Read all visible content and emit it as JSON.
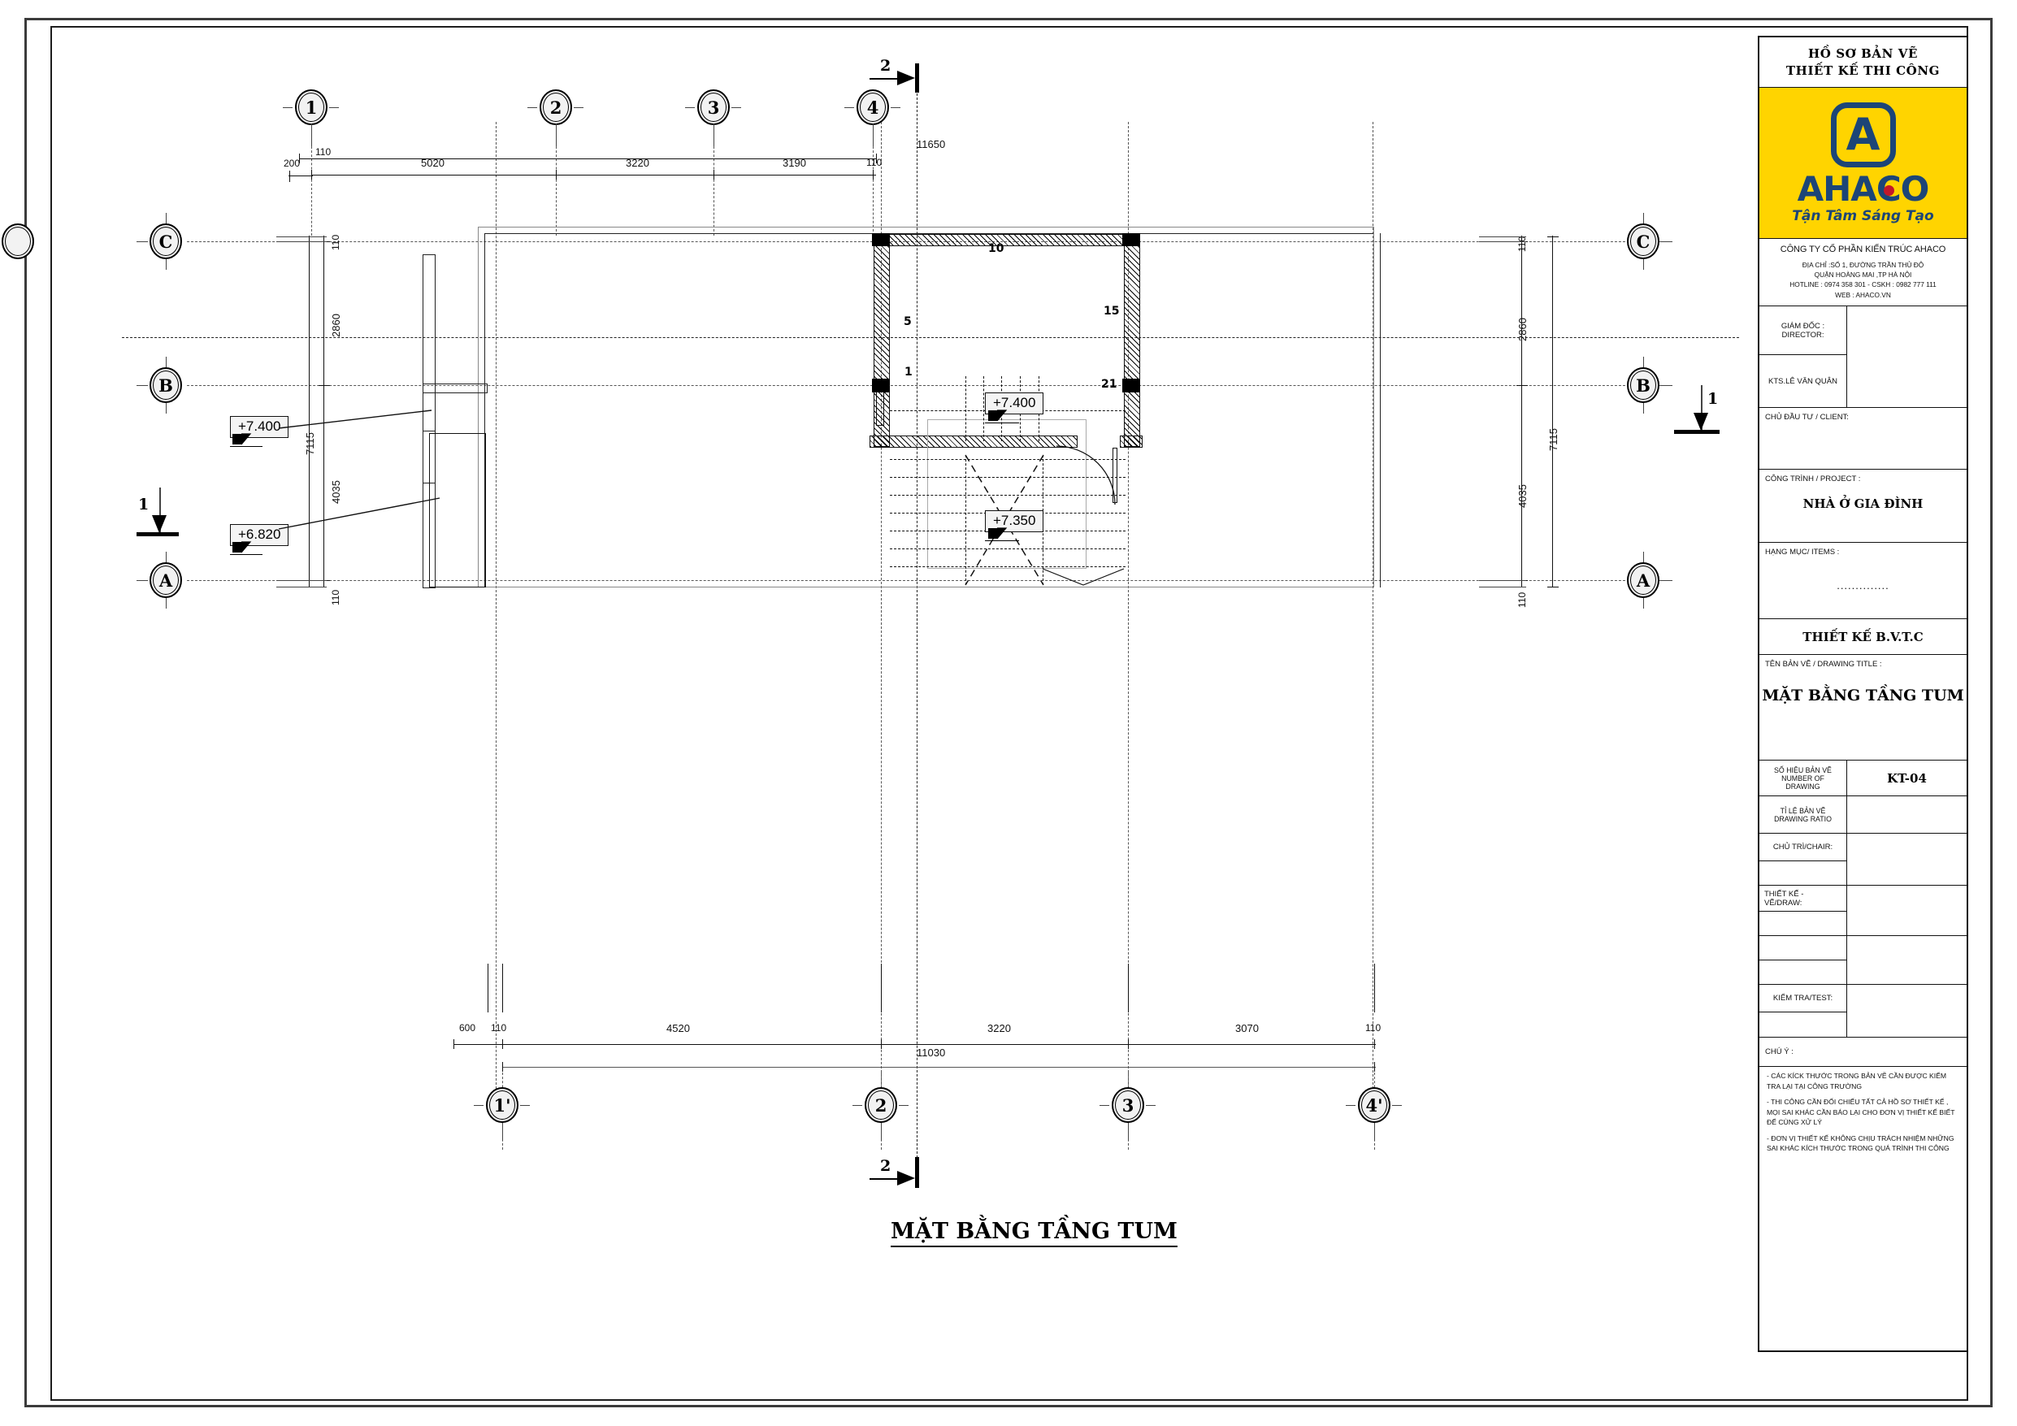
{
  "sheet": {
    "plan_title": "MẶT BẰNG TẦNG TUM"
  },
  "titleblock": {
    "header_line1": "HỒ SƠ BẢN VẼ",
    "header_line2": "THIẾT KẾ THI CÔNG",
    "logo": {
      "mark_letter": "A",
      "wordmark": "AHACO",
      "slogan": "Tận Tâm Sáng Tạo",
      "background_color": "#FFD400",
      "brand_color": "#1c4577",
      "accent_dot_color": "#c2182a"
    },
    "company_name": "CÔNG TY CỔ PHẦN KIẾN TRÚC AHACO",
    "address_line1": "ĐỊA CHỈ :SỐ 1, ĐƯỜNG TRẦN THỦ ĐỘ",
    "address_line2": "QUẬN HOÀNG MAI ,TP HÀ NỘI",
    "hotline": "HOTLINE :  0974 358 301  -  CSKH : 0982 777 111",
    "web": "WEB : AHACO.VN",
    "director_label": "GIÁM ĐỐC :",
    "director_label_en": "DIRECTOR:",
    "director_name": "KTS.LÊ VĂN QUÂN",
    "client_label": "CHỦ ĐẦU TƯ / CLIENT:",
    "client_value": "",
    "project_label": "CÔNG TRÌNH / PROJECT :",
    "project_value": "NHÀ Ở GIA ĐÌNH",
    "items_label": "HẠNG MỤC/ ITEMS :",
    "items_value": "..............",
    "design_type": "THIẾT KẾ B.V.T.C",
    "drawing_title_label": "TÊN BẢN VẼ / DRAWING TITLE :",
    "drawing_title_value": "MẶT BẰNG TẦNG TUM",
    "number_label_vi": "SỐ HIỆU BẢN VẼ",
    "number_label_en": "NUMBER OF DRAWING",
    "number_value": "KT-04",
    "ratio_label_vi": "TỈ LỆ BẢN VẼ",
    "ratio_label_en": "DRAWING RATIO",
    "ratio_value": "",
    "chair_label": "CHỦ TRÌ/CHAIR:",
    "chair_value": "",
    "draw_label": "THIẾT KẾ - VẼ/DRAW:",
    "draw_value": "",
    "test_label": "KIỂM TRA/TEST:",
    "test_value": "",
    "note_label": "CHÚ Ý :",
    "note_1": "- CÁC KÍCK THƯỚC TRONG BẢN VẼ CẦN ĐƯỢC KIỂM TRA LẠI TẠI CÔNG TRƯỜNG",
    "note_2": "- THI CÔNG CẦN ĐỐI CHIẾU TẤT CẢ HỒ SƠ THIẾT KẾ , MỌI SAI KHÁC CẦN BÁO LẠI CHO ĐƠN VỊ THIẾT KẾ BIẾT ĐỂ CÙNG XỬ LÝ",
    "note_3": "- ĐƠN VỊ THIẾT KẾ KHÔNG CHỊU TRÁCH NHIỆM NHỮNG SAI KHÁC KÍCH THƯỚC TRONG QUÁ TRÌNH THI CÔNG"
  },
  "grid": {
    "top_bubbles": [
      "1",
      "2",
      "3",
      "4"
    ],
    "bottom_bubbles": [
      "1'",
      "2",
      "3",
      "4'"
    ],
    "left_bubbles": [
      "C",
      "B",
      "A"
    ],
    "right_bubbles": [
      "C",
      "B",
      "A"
    ]
  },
  "dimensions": {
    "top_overall": "11650",
    "top_chain": [
      "200",
      "110",
      "5020",
      "3220",
      "3190",
      "110"
    ],
    "bottom_overall": "11030",
    "bottom_chain": [
      "600",
      "110",
      "4520",
      "3220",
      "3070",
      "110"
    ],
    "left_chain": [
      "110",
      "2860",
      "4035",
      "110"
    ],
    "left_overall": "7115",
    "right_chain": [
      "110",
      "2860",
      "4035",
      "110"
    ],
    "right_overall": "7115"
  },
  "levels": [
    {
      "value": "+7.400",
      "note": "left-roof-slab"
    },
    {
      "value": "+6.820",
      "note": "left-low-slab"
    },
    {
      "value": "+7.400",
      "note": "stair-landing"
    },
    {
      "value": "+7.350",
      "note": "terrace"
    }
  ],
  "section_markers": [
    {
      "label": "2",
      "position": "top"
    },
    {
      "label": "2",
      "position": "bottom"
    },
    {
      "label": "1",
      "position": "left"
    },
    {
      "label": "1",
      "position": "right"
    }
  ],
  "stair": {
    "step_labels": [
      "10",
      "15",
      "5",
      "1",
      "21"
    ]
  }
}
